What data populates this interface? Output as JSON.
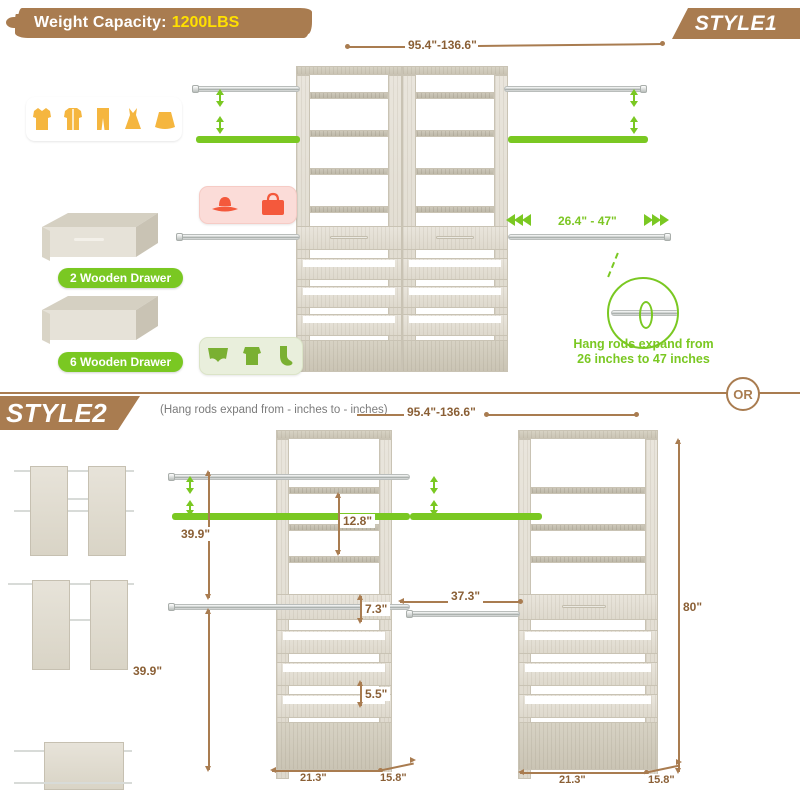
{
  "header": {
    "weight_capacity_label": "Weight Capacity:",
    "weight_capacity_value": "1200LBS",
    "style1_banner": "STYLE1",
    "style2_banner": "STYLE2",
    "or_badge": "OR"
  },
  "style1": {
    "overall_width": "95.4\"-136.6\"",
    "rod_expand_range": "26.4\" - 47\"",
    "magnifier_caption_line1": "Hang rods expand from",
    "magnifier_caption_line2": "26 inches to 47 inches",
    "drawer_options": [
      {
        "label": "2 Wooden Drawer"
      },
      {
        "label": "6 Wooden Drawer"
      }
    ],
    "icon_panels": [
      {
        "name": "long-garments",
        "icons": [
          "shirt-icon",
          "jacket-icon",
          "pants-icon",
          "dress-icon",
          "skirt-icon"
        ]
      },
      {
        "name": "accessories",
        "icons": [
          "hat-icon",
          "handbag-icon"
        ]
      },
      {
        "name": "small-clothes",
        "icons": [
          "underwear-icon",
          "onesie-icon",
          "sock-icon"
        ]
      }
    ]
  },
  "style2": {
    "overall_width": "95.4\"-136.6\"",
    "rod_note": "(Hang rods expand from - inches to - inches)",
    "left_height_upper": "39.9\"",
    "left_height_lower": "39.9\"",
    "shelf_gap": "12.8\"",
    "drawer_height_tall": "7.3\"",
    "drawer_height_short": "5.5\"",
    "middle_span": "37.3\"",
    "total_height": "80\"",
    "unit_width_left": "21.3\"",
    "unit_depth_left": "15.8\"",
    "unit_width_right": "21.3\"",
    "unit_depth_right": "15.8\""
  },
  "colors": {
    "brand_brown": "#a97c50",
    "accent_green": "#7ac822",
    "highlight_yellow": "#ffe000",
    "wood_light": "#e4e0d5",
    "panel_pink": "#fbdcd8",
    "panel_cream": "#fdf6e3"
  }
}
